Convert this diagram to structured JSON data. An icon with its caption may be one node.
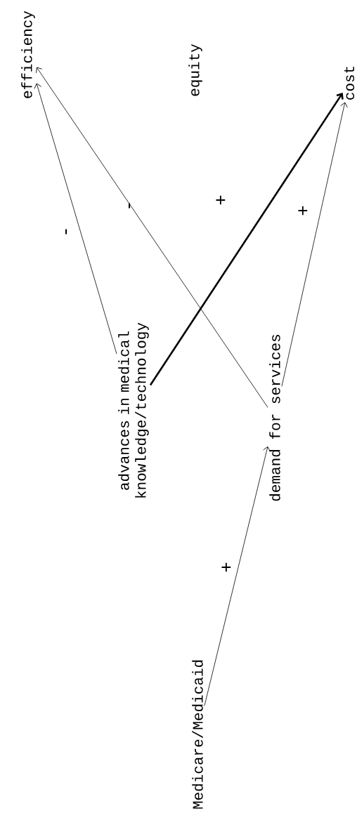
{
  "diagram": {
    "nodes": [
      {
        "text": [
          "efficiency"
        ]
      },
      {
        "text": [
          "equity"
        ]
      },
      {
        "text": [
          "cost"
        ]
      },
      {
        "text": [
          "advances in medical knowledge/technology"
        ]
      },
      {
        "text": [
          "demand for services"
        ]
      },
      {
        "text": [
          "Medicare/Medicaid"
        ]
      }
    ],
    "edges": [
      {
        "from": 3,
        "to": 0,
        "arrow": "to",
        "label": "-"
      },
      {
        "from": 4,
        "to": 0,
        "arrow": "to",
        "label": "-"
      },
      {
        "from": 3,
        "to": 2,
        "arrow": "to",
        "label": "+",
        "style": "thick"
      },
      {
        "from": 4,
        "to": 2,
        "arrow": "to",
        "label": "+"
      },
      {
        "from": 5,
        "to": 4,
        "arrow": "to",
        "label": "+"
      }
    ]
  }
}
